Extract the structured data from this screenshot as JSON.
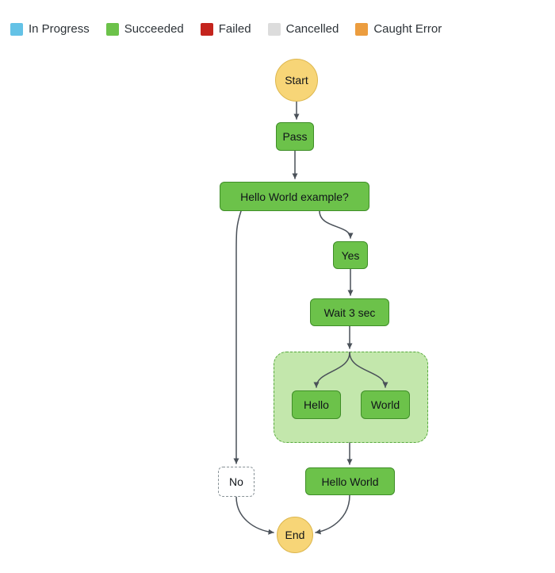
{
  "legend": {
    "items": [
      {
        "label": "In Progress",
        "color": "#64C2E6"
      },
      {
        "label": "Succeeded",
        "color": "#6CC24A"
      },
      {
        "label": "Failed",
        "color": "#C4241D"
      },
      {
        "label": "Cancelled",
        "color": "#DCDCDC"
      },
      {
        "label": "Caught Error",
        "color": "#EC9D3F"
      }
    ]
  },
  "graph": {
    "nodes": {
      "start": {
        "label": "Start",
        "shape": "circle",
        "status": "terminal"
      },
      "pass": {
        "label": "Pass",
        "shape": "rect",
        "status": "succeeded"
      },
      "choice": {
        "label": "Hello World example?",
        "shape": "rect",
        "status": "succeeded"
      },
      "yes": {
        "label": "Yes",
        "shape": "rect",
        "status": "succeeded"
      },
      "wait": {
        "label": "Wait 3 sec",
        "shape": "rect",
        "status": "succeeded"
      },
      "parallel": {
        "label": "",
        "shape": "group",
        "status": "succeeded"
      },
      "hello": {
        "label": "Hello",
        "shape": "rect",
        "status": "succeeded"
      },
      "world": {
        "label": "World",
        "shape": "rect",
        "status": "succeeded"
      },
      "no": {
        "label": "No",
        "shape": "rect",
        "status": "not-executed"
      },
      "hello_world": {
        "label": "Hello World",
        "shape": "rect",
        "status": "succeeded"
      },
      "end": {
        "label": "End",
        "shape": "circle",
        "status": "terminal"
      }
    },
    "colors": {
      "succeeded_fill": "#6CC24A",
      "succeeded_border": "#3F8E28",
      "terminal_fill": "#F7D577",
      "parallel_fill": "#C3E7AC",
      "parallel_border": "#56A93C",
      "not_executed_border": "#879196",
      "edge": "#4A5159"
    }
  }
}
